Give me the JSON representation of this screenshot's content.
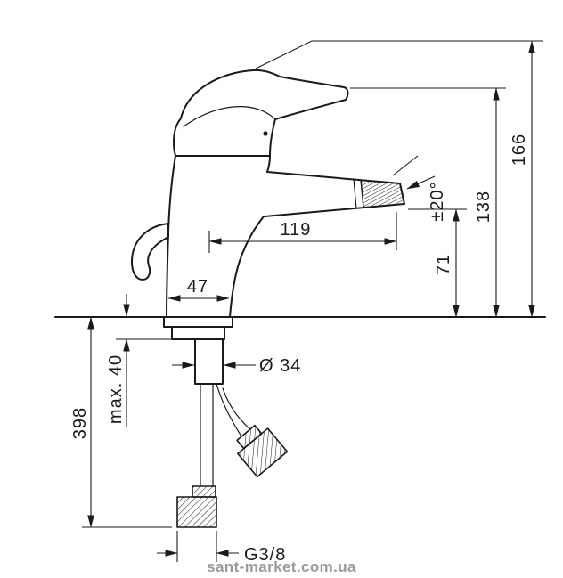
{
  "colors": {
    "line": "#1a1a1a",
    "watermark": "#9a9a9a",
    "background": "#ffffff"
  },
  "watermark": "sant-market.com.ua",
  "dimensions": {
    "total_height": "166",
    "tip_height": "138",
    "outlet_height": "71",
    "swivel_angle": "±20°",
    "reach": "119",
    "base_width": "47",
    "hole_diameter": "Ø 34",
    "max_mounting_thickness": "max. 40",
    "below_deck_length": "398",
    "connection_thread": "G3/8"
  }
}
